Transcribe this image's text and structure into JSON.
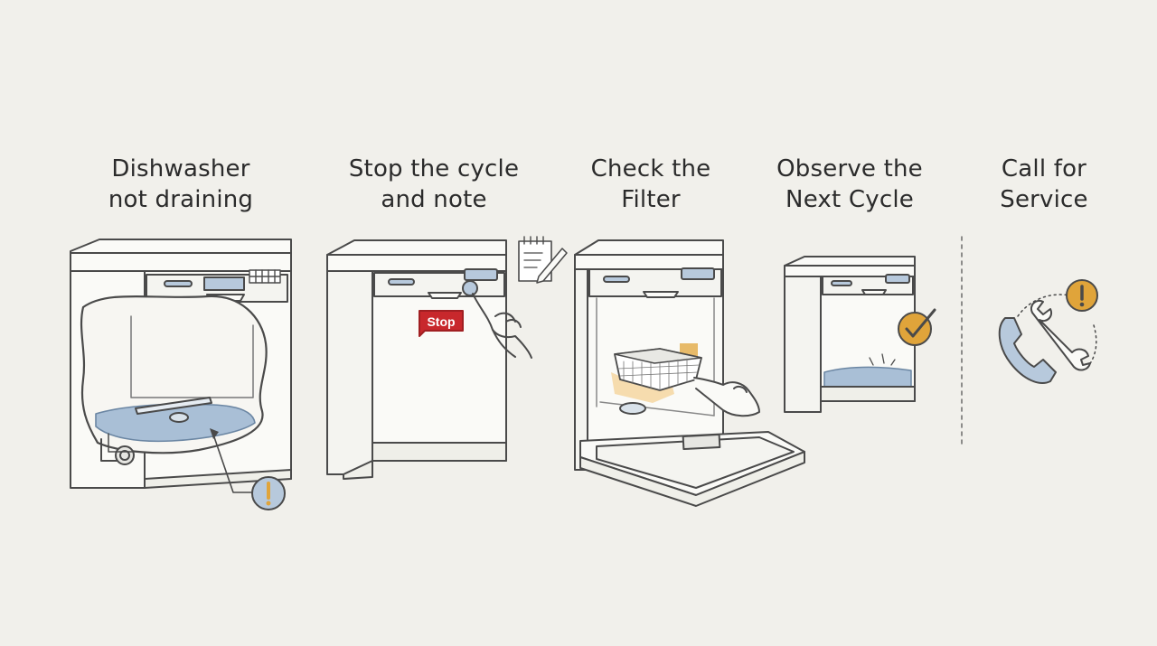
{
  "steps": [
    {
      "title": "Dishwasher\nnot draining",
      "icons": [
        "exclamation-icon"
      ]
    },
    {
      "title": "Stop the cycle\nand note",
      "button_label": "Stop",
      "icons": [
        "hand-pointer-icon",
        "notepad-icon"
      ]
    },
    {
      "title": "Check the\nFilter",
      "icons": [
        "hand-pointer-icon"
      ]
    },
    {
      "title": "Observe the\nNext Cycle",
      "icons": [
        "checkmark-icon"
      ]
    },
    {
      "title": "Call for\nService",
      "icons": [
        "phone-icon",
        "wrench-icon",
        "exclamation-icon"
      ]
    }
  ],
  "colors": {
    "background": "#f1f0eb",
    "line": "#4a4a4a",
    "water": "#a9bfd6",
    "stop_red": "#c8282c",
    "accent_orange": "#e0a43a",
    "panel_blue": "#b7c9dc"
  }
}
